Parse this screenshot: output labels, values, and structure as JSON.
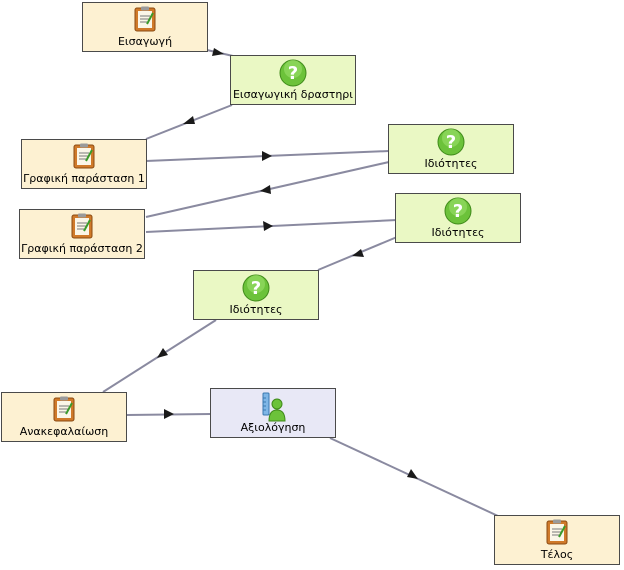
{
  "colors": {
    "resource_fill": "#fdf1d2",
    "question_fill": "#eaf8c4",
    "assessment_fill": "#e8e8f6",
    "edge": "#8a8aa0",
    "arrow": "#1a1a1a"
  },
  "nodes": {
    "eisagogi": {
      "label": "Εισαγωγή",
      "icon": "document-icon"
    },
    "eisagogiki": {
      "label": "Εισαγωγική δραστηρι",
      "icon": "question-icon"
    },
    "grafiki1": {
      "label": "Γραφική παράσταση 1",
      "icon": "document-icon"
    },
    "idiotites1": {
      "label": "Ιδιότητες",
      "icon": "question-icon"
    },
    "grafiki2": {
      "label": "Γραφική παράσταση 2",
      "icon": "document-icon"
    },
    "idiotites2": {
      "label": "Ιδιότητες",
      "icon": "question-icon"
    },
    "idiotites3": {
      "label": "Ιδιότητες",
      "icon": "question-icon"
    },
    "anakefalaiosi": {
      "label": "Ανακεφαλαίωση",
      "icon": "document-icon"
    },
    "axiologisi": {
      "label": "Αξιολόγηση",
      "icon": "assessment-icon"
    },
    "telos": {
      "label": "Τέλος",
      "icon": "document-icon"
    }
  }
}
